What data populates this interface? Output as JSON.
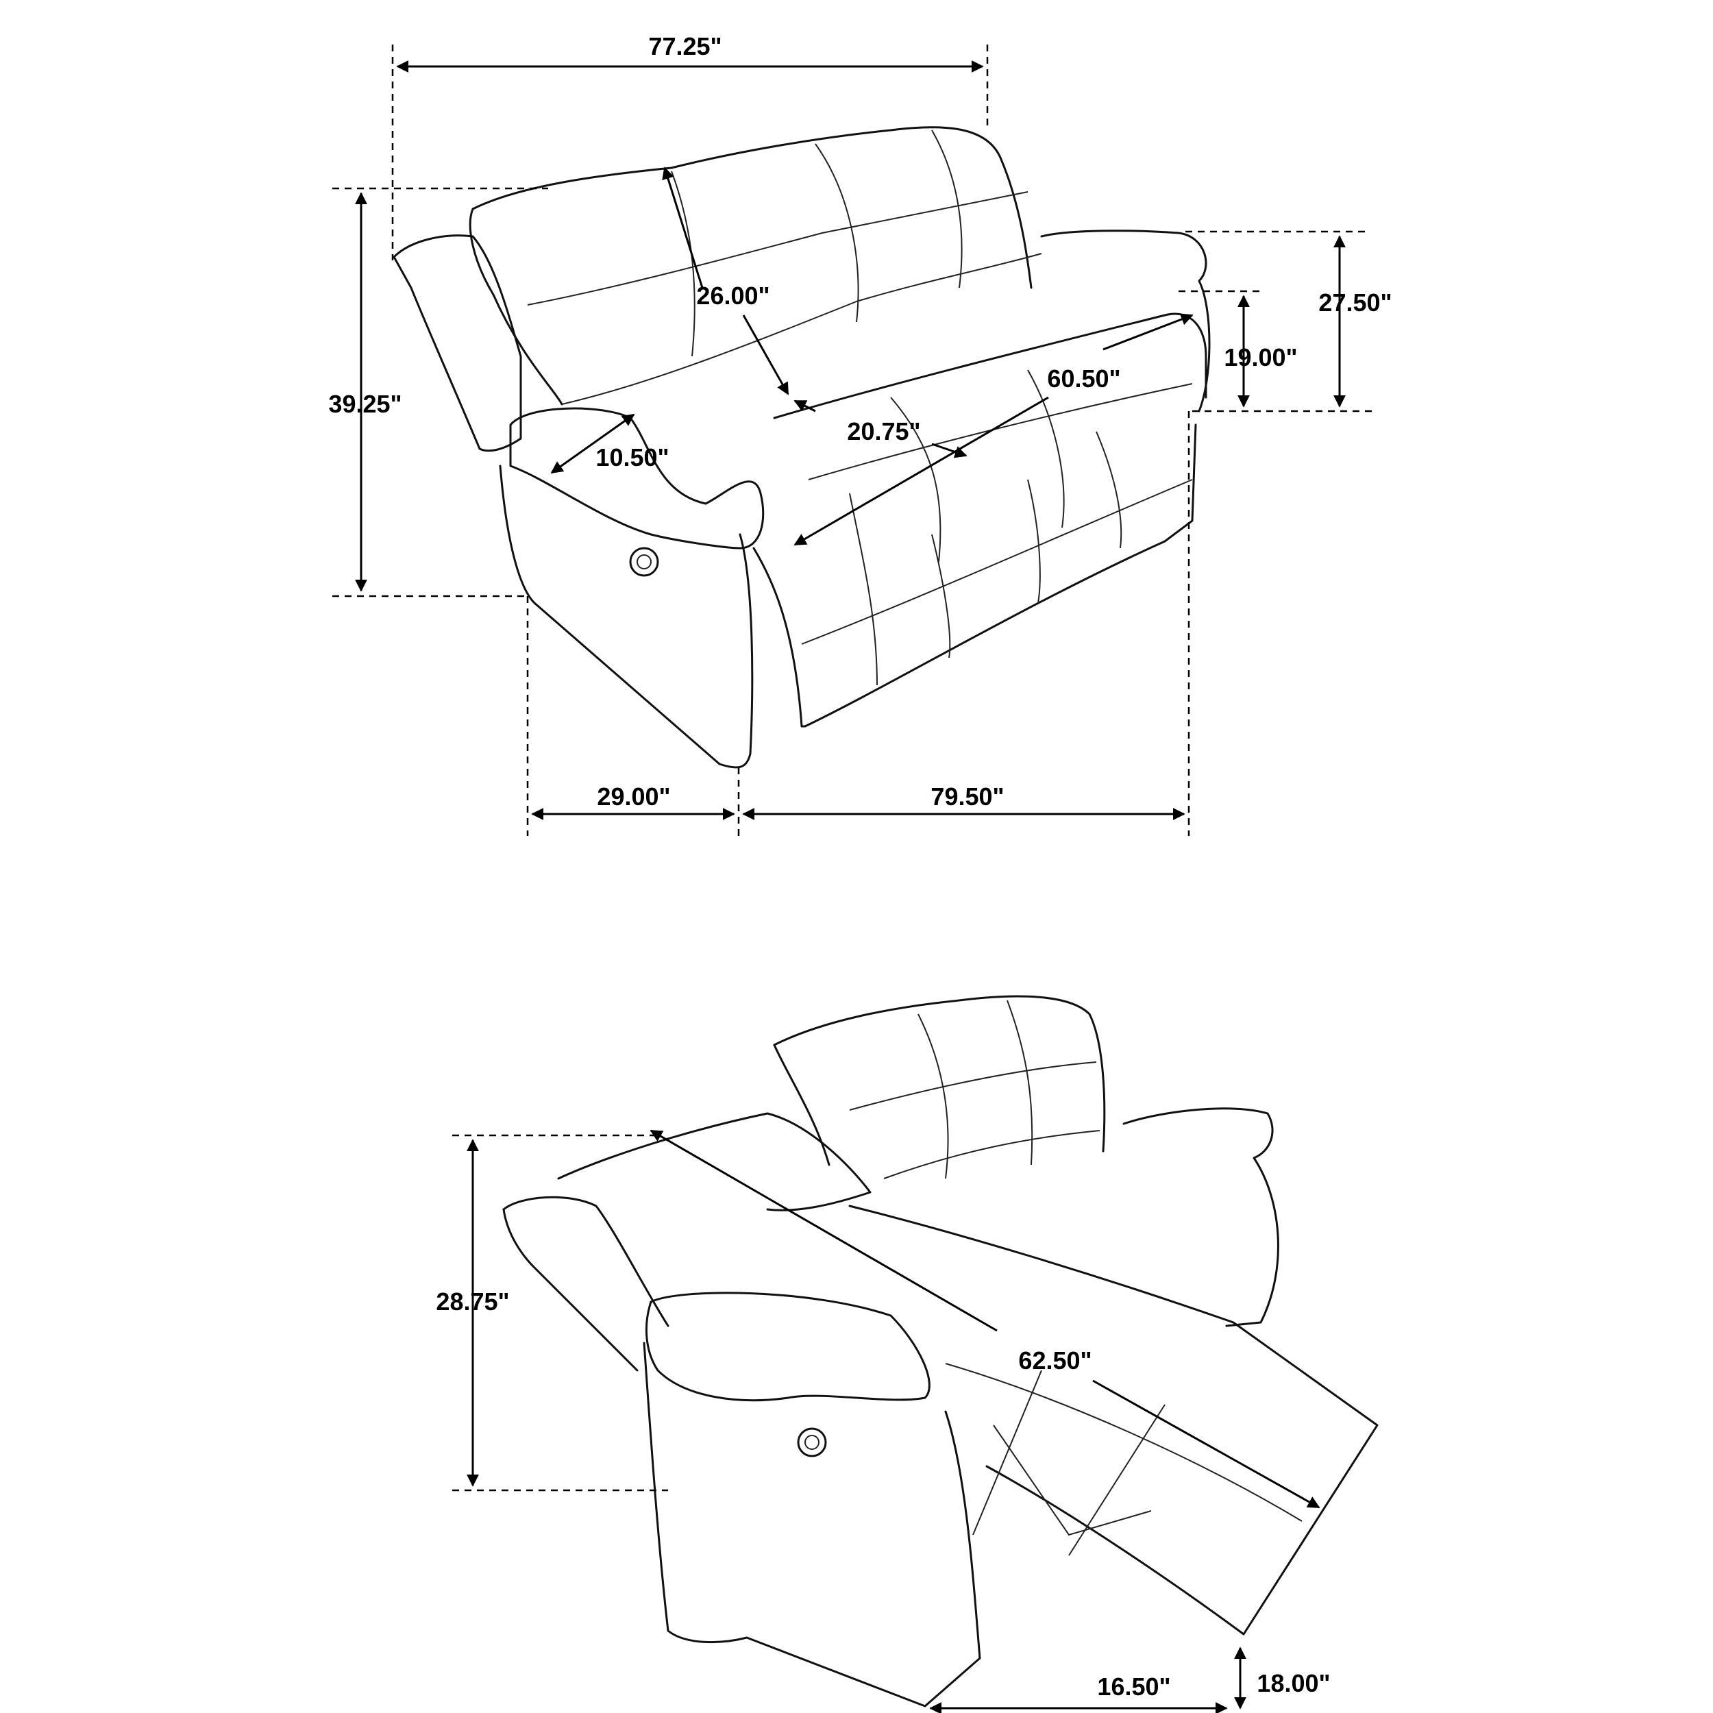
{
  "diagram": {
    "title": "",
    "subject": "Reclining sofa dimension drawing",
    "colors": {
      "line": "#000000",
      "background": "#ffffff"
    },
    "upright_view": {
      "dimensions": {
        "overall_width_top": "77.25\"",
        "overall_height": "39.25\"",
        "back_height": "26.00\"",
        "seat_depth": "20.75\"",
        "arm_width": "10.50\"",
        "seat_width": "60.50\"",
        "arm_height": "27.50\"",
        "seat_height": "19.00\"",
        "overall_depth": "29.00\"",
        "overall_width_bottom": "79.50\""
      }
    },
    "reclined_view": {
      "dimensions": {
        "reclined_height": "28.75\"",
        "reclined_length": "62.50\"",
        "footrest_extension": "16.50\"",
        "footrest_height": "18.00\""
      }
    }
  }
}
